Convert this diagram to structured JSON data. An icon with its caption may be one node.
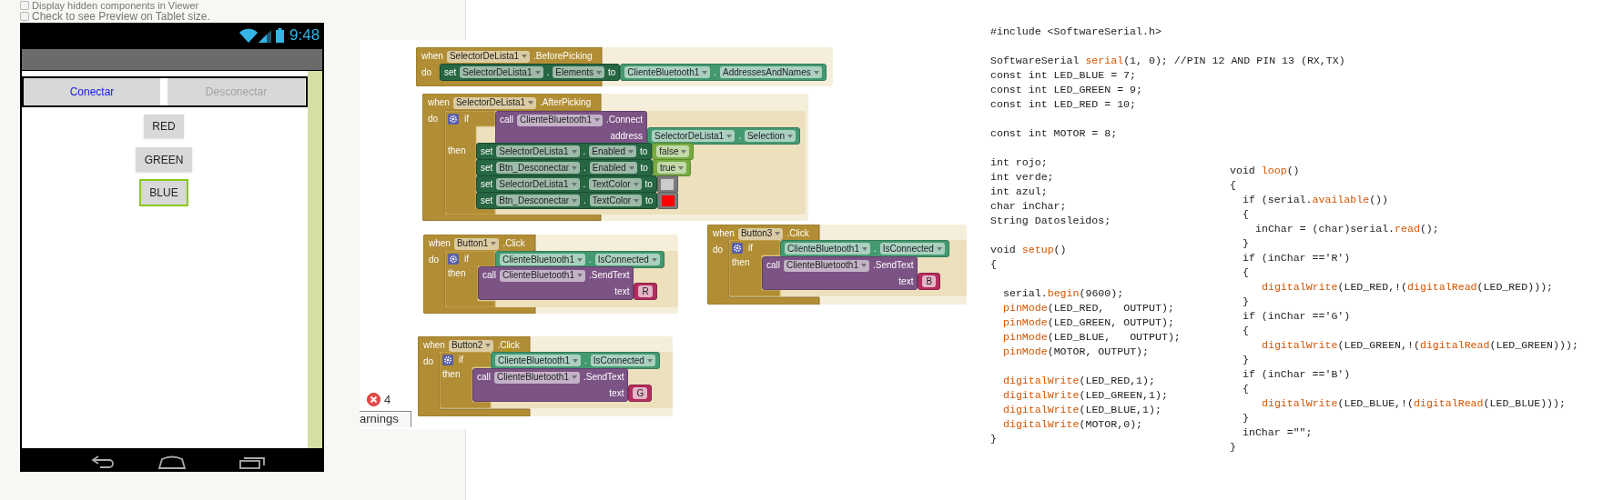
{
  "diagram": {
    "nodes": [
      {
        "text": [
          "Conectar"
        ]
      },
      {
        "text": [
          "Desconectar"
        ]
      },
      {
        "text": [
          "RED"
        ]
      },
      {
        "text": [
          "GREEN"
        ]
      },
      {
        "text": [
          "BLUE"
        ]
      },
      {
        "text": [
          "when",
          "SelectorDeLista1",
          ".BeforePicking",
          "do"
        ]
      },
      {
        "text": [
          "set",
          "SelectorDeLista1",
          ".",
          "Elements",
          "to"
        ],
        "in": 5
      },
      {
        "text": [
          "ClienteBluetooth1",
          ".",
          "AddressesAndNames"
        ],
        "in": 5
      },
      {
        "text": [
          "when",
          "SelectorDeLista1",
          ".AfterPicking",
          "do"
        ]
      },
      {
        "text": [
          "if",
          "then"
        ],
        "in": 8
      },
      {
        "text": [
          "call",
          "ClienteBluetooth1",
          ".Connect",
          "address"
        ],
        "in": 9
      },
      {
        "text": [
          "SelectorDeLista1",
          ".",
          "Selection"
        ],
        "in": 9
      },
      {
        "text": [
          "set",
          "SelectorDeLista1",
          ".",
          "Enabled",
          "to"
        ],
        "in": 9
      },
      {
        "text": [
          "false"
        ],
        "in": 9
      },
      {
        "text": [
          "set",
          "Btn_Desconectar",
          ".",
          "Enabled",
          "to"
        ],
        "in": 9
      },
      {
        "text": [
          "true"
        ],
        "in": 9
      },
      {
        "text": [
          "set",
          "SelectorDeLista1",
          ".",
          "TextColor",
          "to"
        ],
        "in": 9
      },
      {
        "text": [],
        "shape": "box",
        "in": 9
      },
      {
        "text": [
          "set",
          "Btn_Desconectar",
          ".",
          "TextColor",
          "to"
        ],
        "in": 9
      },
      {
        "text": [],
        "shape": "box",
        "in": 9
      },
      {
        "text": [
          "when",
          "Button1",
          ".Click",
          "do"
        ]
      },
      {
        "text": [
          "if",
          "then"
        ],
        "in": 20
      },
      {
        "text": [
          "ClienteBluetooth1",
          ".",
          "IsConnected"
        ],
        "in": 21
      },
      {
        "text": [
          "call",
          "ClienteBluetooth1",
          ".SendText",
          "text"
        ],
        "in": 21
      },
      {
        "text": [
          "R"
        ],
        "in": 21
      },
      {
        "text": [
          "when",
          "Button3",
          ".Click",
          "do"
        ]
      },
      {
        "text": [
          "if",
          "then"
        ],
        "in": 25
      },
      {
        "text": [
          "ClienteBluetooth1",
          ".",
          "IsConnected"
        ],
        "in": 26
      },
      {
        "text": [
          "call",
          "ClienteBluetooth1",
          ".SendText",
          "text"
        ],
        "in": 26
      },
      {
        "text": [
          "B"
        ],
        "in": 26
      },
      {
        "text": [
          "when",
          "Button2",
          ".Click",
          "do"
        ]
      },
      {
        "text": [
          "if",
          "then"
        ],
        "in": 30
      },
      {
        "text": [
          "ClienteBluetooth1",
          ".",
          "IsConnected"
        ],
        "in": 31
      },
      {
        "text": [
          "call",
          "ClienteBluetooth1",
          ".SendText",
          "text"
        ],
        "in": 31
      },
      {
        "text": [
          "G"
        ],
        "in": 31
      }
    ],
    "labels": [
      "Display hidden components in Viewer",
      "Check to see Preview on Tablet size.",
      "9:48",
      "4",
      "arnings",
      "#include <SoftwareSerial.h>",
      "SoftwareSerial serial(1, 0); //PIN 12 AND PIN 13 (RX,TX)",
      "const int LED_BLUE = 7;",
      "const int LED_GREEN = 9;",
      "const int LED_RED = 10;",
      "const int MOTOR = 8;",
      "int rojo;",
      "int verde;",
      "int azul;",
      "char inChar;",
      "String Datosleidos;",
      "void setup()",
      "{",
      "serial.begin(9600);",
      "pinMode(LED_RED,   OUTPUT);",
      "pinMode(LED_GREEN, OUTPUT);",
      "pinMode(LED_BLUE,   OUTPUT);",
      "pinMode(MOTOR, OUTPUT);",
      "digitalWrite(LED_RED,1);",
      "digitalWrite(LED_GREEN,1);",
      "digitalWrite(LED_BLUE,1);",
      "digitalWrite(MOTOR,0);",
      "}",
      "void loop()",
      "{",
      "if (serial.available())",
      "{",
      "inChar = (char)serial.read();",
      "}",
      "if (inChar =='R')",
      "{",
      "digitalWrite(LED_RED,!(digitalRead(LED_RED)));",
      "}",
      "if (inChar =='G')",
      "{",
      "digitalWrite(LED_GREEN,!(digitalRead(LED_GREEN)));",
      "}",
      "if (inChar =='B')",
      "{",
      "digitalWrite(LED_BLUE,!(digitalRead(LED_BLUE)));",
      "}",
      "inChar =\"\";",
      "}"
    ]
  }
}
